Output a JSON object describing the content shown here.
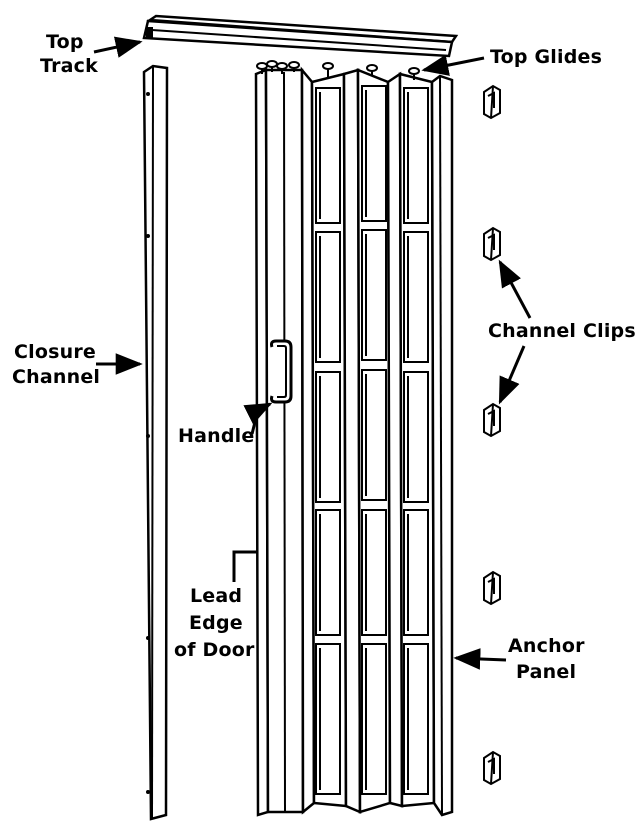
{
  "labels": {
    "top_track": [
      "Top",
      "Track"
    ],
    "top_glides": "Top Glides",
    "closure_channel": [
      "Closure",
      "Channel"
    ],
    "channel_clips": "Channel Clips",
    "handle": "Handle",
    "lead_edge": [
      "Lead",
      "Edge",
      "of Door"
    ],
    "anchor_panel": [
      "Anchor",
      "Panel"
    ]
  },
  "colors": {
    "line": "#000000",
    "background": "#ffffff"
  }
}
